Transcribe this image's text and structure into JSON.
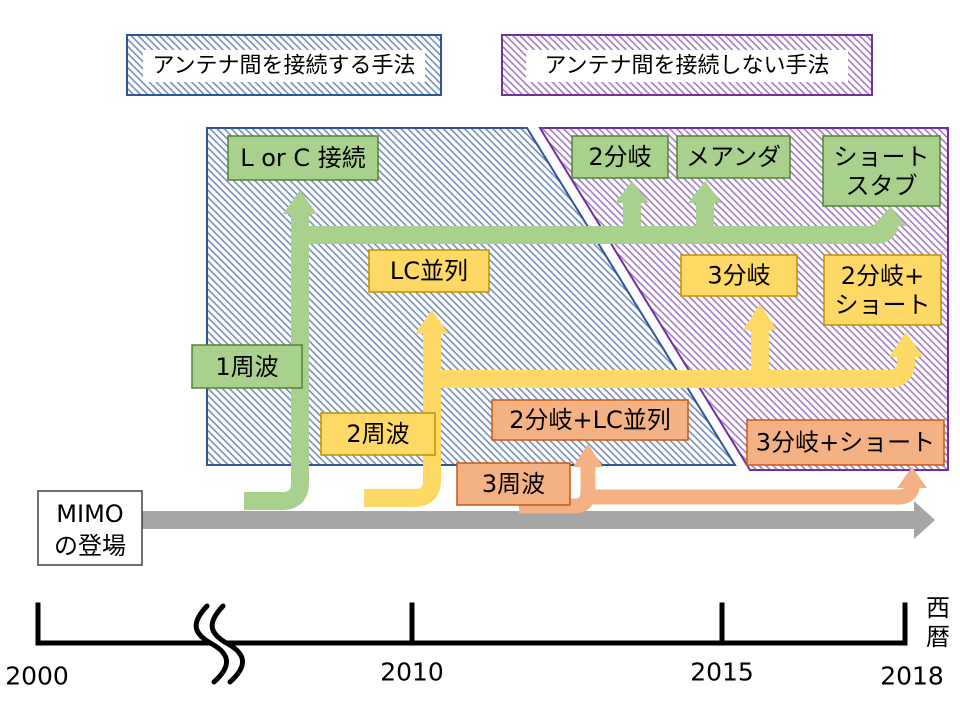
{
  "legend": {
    "connected": "アンテナ間を接続する手法",
    "not_connected": "アンテナ間を接続しない手法"
  },
  "origin": {
    "lines": [
      "MIMO",
      "の登場"
    ]
  },
  "single_band": {
    "label": "1周波",
    "lc_connection": "L or C 接続",
    "two_branch": "2分岐",
    "meander": "メアンダ",
    "short_stub": [
      "ショート",
      "スタブ"
    ]
  },
  "dual_band": {
    "label": "2周波",
    "lc_parallel": "LC並列",
    "three_branch": "3分岐",
    "two_branch_short": [
      "2分岐+",
      "ショート"
    ]
  },
  "triple_band": {
    "label": "3周波",
    "two_branch_lc_parallel": "2分岐+LC並列",
    "three_branch_short": "3分岐+ショート"
  },
  "timeline": {
    "years": [
      "2000",
      "2010",
      "2015",
      "2018"
    ],
    "unit": [
      "西",
      "暦"
    ]
  },
  "colors": {
    "single_band": "#a9d18e",
    "single_band_border": "#548235",
    "dual_band": "#ffd966",
    "dual_band_border": "#bf9000",
    "triple_band": "#f4b183",
    "triple_band_border": "#c55a11",
    "connected_region": "#2f5597",
    "not_connected_region": "#7030a0",
    "origin_arrow": "#a6a6a6",
    "origin_border": "#404040"
  }
}
